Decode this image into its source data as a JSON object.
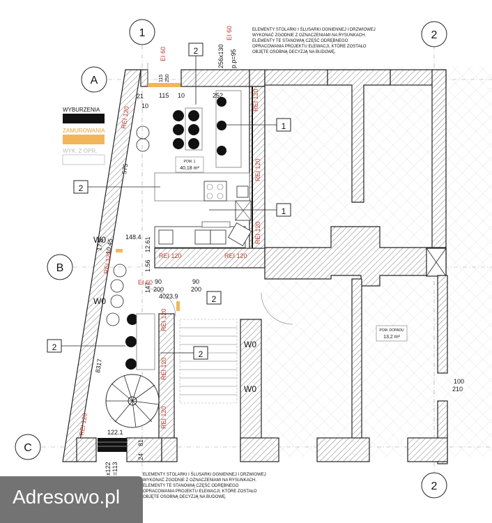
{
  "grid_labels": {
    "top_left": "1",
    "top_right": "2",
    "bottom_right": "2",
    "row_a": "A",
    "row_b": "B",
    "row_c": "C"
  },
  "note_top": [
    "ELEMENTY STOLARKI I ŚLUSARKI OGNIENNEJ I DRZWIOWEJ",
    "WYKONAĆ ZGODNIE Z OZNACZENIAMI NA RYSUNKACH.",
    "ELEMENTY TE STANOWIĄ CZĘŚĆ ODRĘBNEGO",
    "OPRACOWANIA PROJEKTU ELEWACJI, KTÓRE ZOSTAŁO",
    "OBJĘTE OSOBNĄ DECYZJĄ NA BUDOWĘ."
  ],
  "note_bottom": [
    "ELEMENTY STOLARKI I ŚLUSARKI OGNIENNEJ I DRZWIOWEJ",
    "WYKONAĆ ZGODNIE Z OZNACZENIAMI NA RYSUNKACH.",
    "ELEMENTY TE STANOWIĄ CZĘŚĆ ODRĘBNEGO",
    "OPRACOWANIA PROJEKTU ELEWACJI, KTÓRE ZOSTAŁO",
    "OBJĘTE OSOBNĄ DECYZJĄ NA BUDOWĘ."
  ],
  "legend": {
    "demolition": "WYBURZENIA",
    "bricked": "ZAMUROWANIA",
    "other": "WYK. Z OPR."
  },
  "rooms": {
    "pom1_label": "POM. 1",
    "pom1_area": "40,18 m²",
    "pom_right_label": "POM. DOPADU",
    "pom_right_area": "13,2 m²"
  },
  "callouts": {
    "c1": "1",
    "c2": "2"
  },
  "dims": {
    "d256": "256x130",
    "dpp": "p.p=95",
    "d115": "115",
    "d250": "250",
    "d115b": "115",
    "d10": "10",
    "d21": "21",
    "d10b": "10",
    "d252": "252",
    "d575": "575",
    "d1484": "148.4",
    "d178": "17.8",
    "d1045": "10.45",
    "d1261": "12.61",
    "d156": "1.56",
    "d147": "147",
    "d90a": "90",
    "d200a": "200",
    "d90b": "90",
    "d200b": "200",
    "d4023": "4023.9",
    "d8317": "8317",
    "d1221": "122.1",
    "d81": "81",
    "d24": "24",
    "d122": "x122",
    "d113": "=113",
    "d100": "100",
    "d210": "210"
  },
  "fire": {
    "ei60a": "EI 60",
    "ei60b": "EI 60",
    "ei60c": "EI 60",
    "rei120": "REI 120",
    "w0": "W0"
  },
  "watermark": "Adresowo.pl"
}
